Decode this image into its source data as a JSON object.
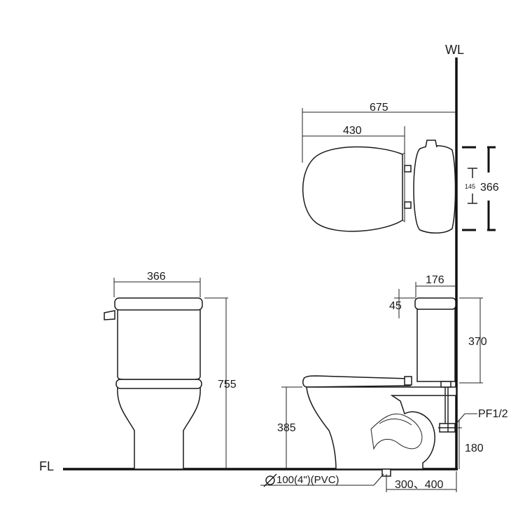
{
  "references": {
    "wall_line": "WL",
    "floor_line": "FL"
  },
  "plan_view": {
    "overall_depth": "675",
    "bowl_depth": "430",
    "tank_width": "366",
    "mount_spacing": "145"
  },
  "front_view": {
    "tank_width": "366",
    "total_height": "755"
  },
  "side_view": {
    "tank_depth": "176",
    "lid_overhang": "45",
    "tank_height": "370",
    "seat_height": "385",
    "supply_height": "180",
    "rough_in": "300、400",
    "supply_fitting": "PF1/2",
    "drain_pipe": "100(4\")(PVC)"
  },
  "colors": {
    "line": "#1a1a1a",
    "background": "#ffffff"
  }
}
